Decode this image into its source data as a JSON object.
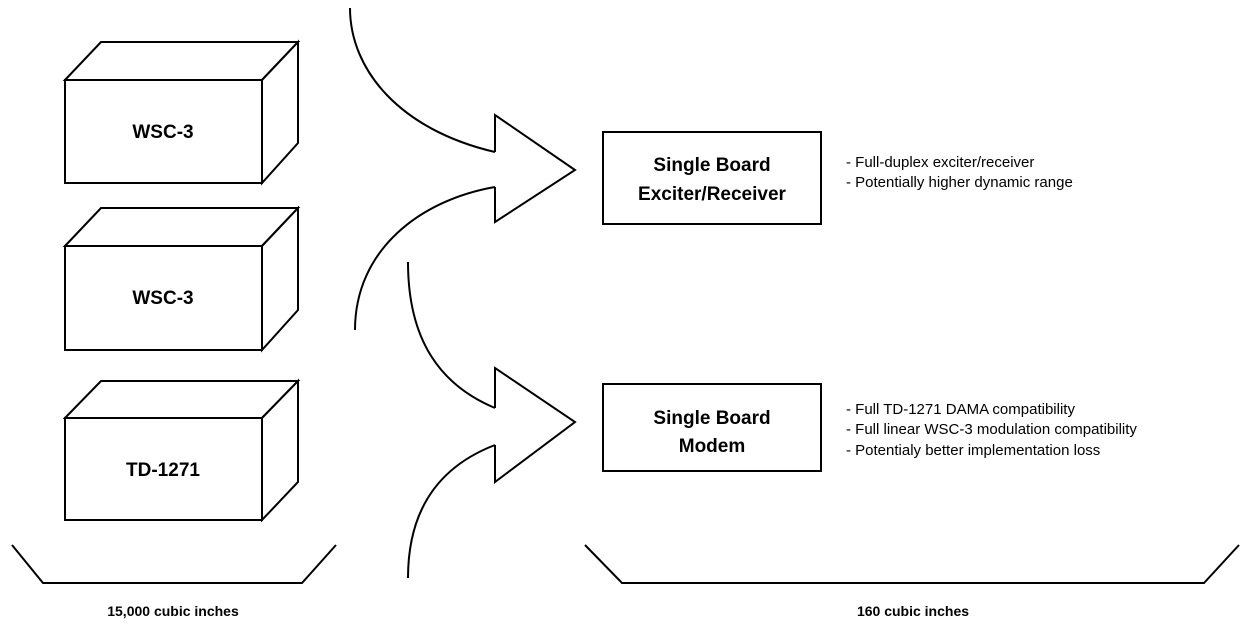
{
  "legacy_units": [
    {
      "label": "WSC-3"
    },
    {
      "label": "WSC-3"
    },
    {
      "label": "TD-1271"
    }
  ],
  "legacy_volume": "15,000 cubic inches",
  "replacements": [
    {
      "title_lines": [
        "Single Board",
        "Exciter/Receiver"
      ],
      "features": [
        "- Full-duplex exciter/receiver",
        "- Potentially higher dynamic range"
      ]
    },
    {
      "title_lines": [
        "Single Board",
        "Modem"
      ],
      "features": [
        "- Full TD-1271 DAMA compatibility",
        "- Full linear WSC-3 modulation compatibility",
        "- Potentialy better implementation loss"
      ]
    }
  ],
  "replacement_volume": "160 cubic inches"
}
